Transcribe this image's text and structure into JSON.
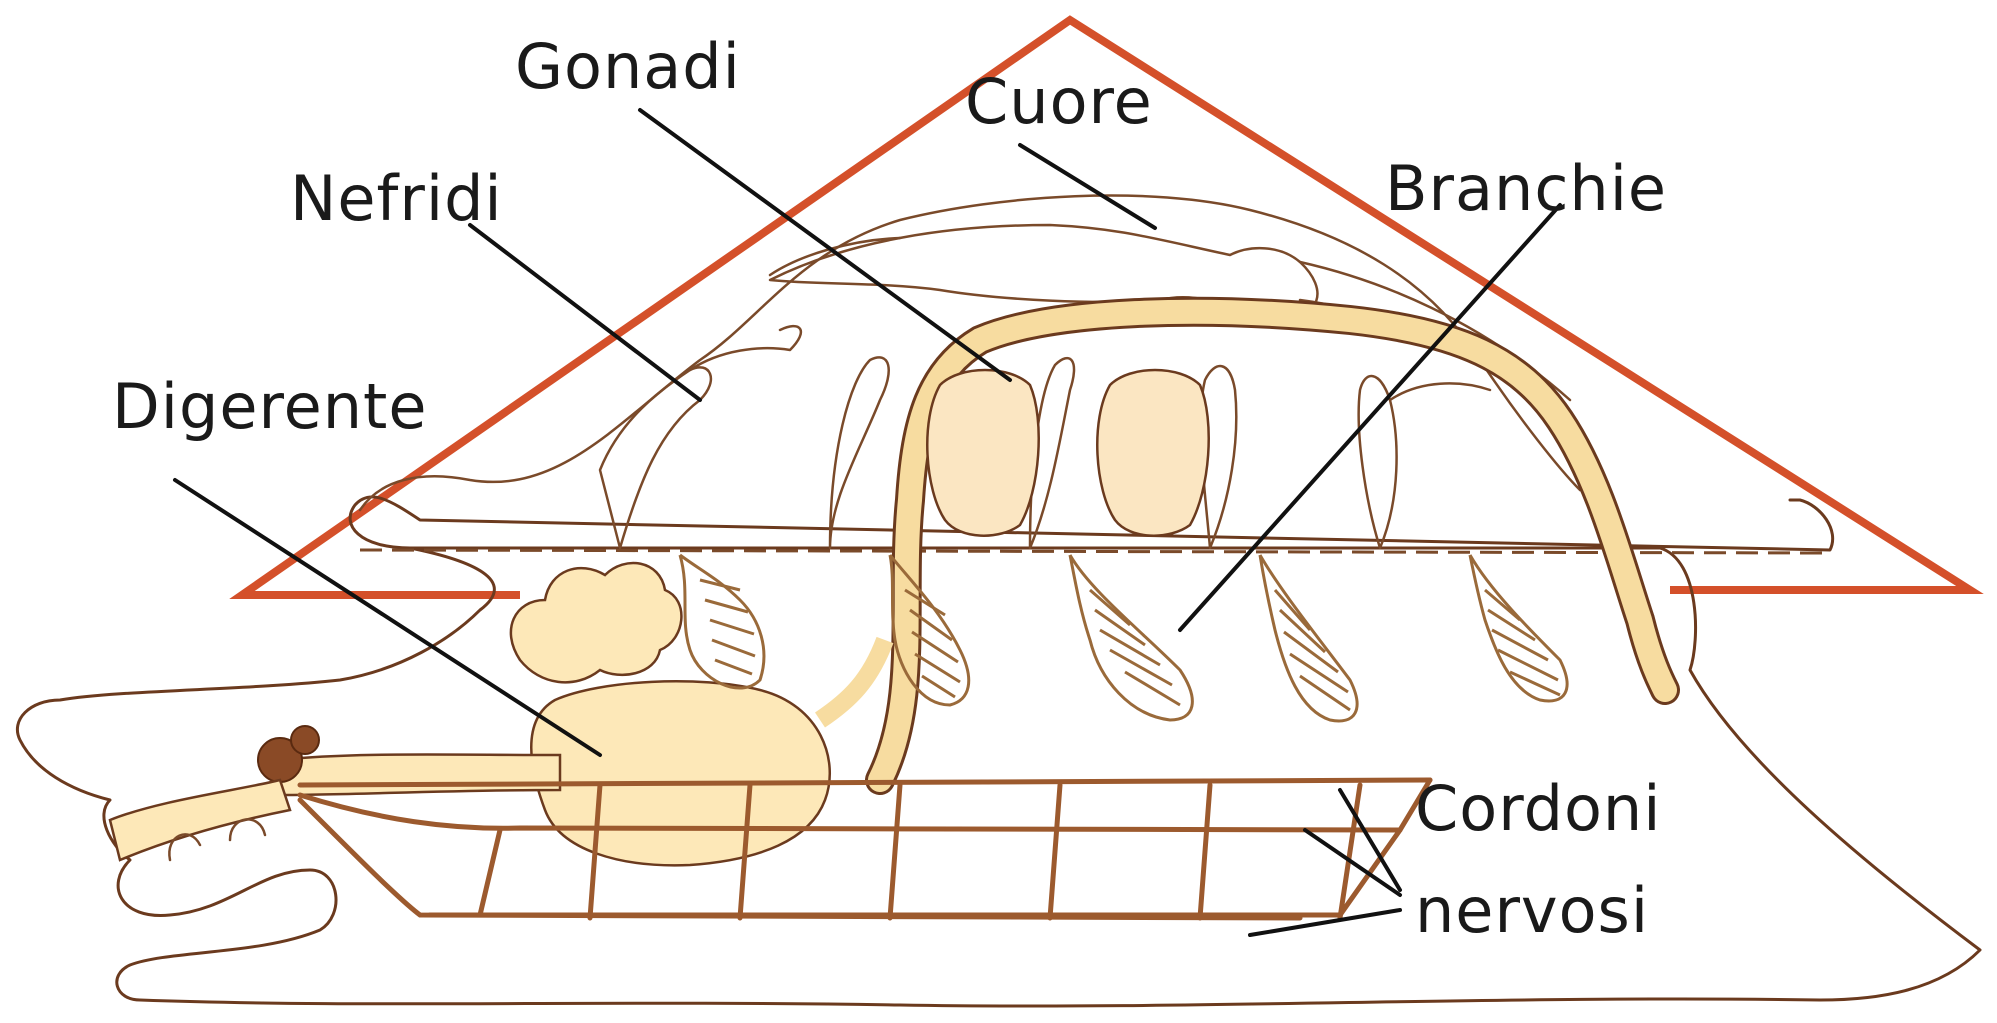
{
  "labels": {
    "gonadi": "Gonadi",
    "cuore": "Cuore",
    "nefridi": "Nefridi",
    "branchie": "Branchie",
    "digerente": "Digerente",
    "cordoni_line1": "Cordoni",
    "cordoni_line2": "nervosi"
  },
  "colors": {
    "shell_outline": "#d4502a",
    "body_outline": "#6b3a1e",
    "digestive_fill": "#fde8b8",
    "intestine_fill": "#f7dca0",
    "nerve_cord": "#9c5a2e",
    "label_text": "#1a1a1a",
    "pointer_line": "#111111"
  }
}
